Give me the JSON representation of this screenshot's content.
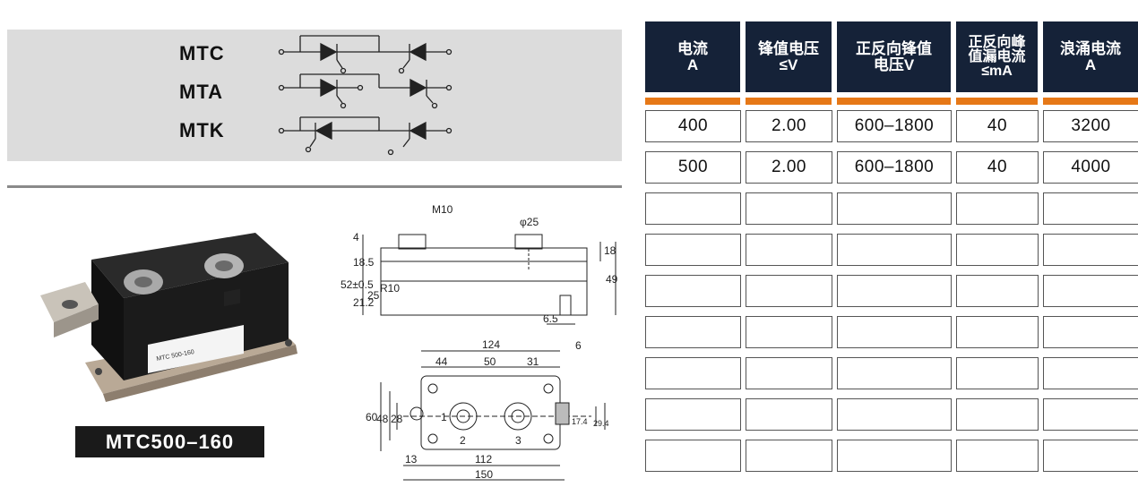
{
  "types": [
    "MTC",
    "MTA",
    "MTK"
  ],
  "product": {
    "model": "MTC500–160",
    "label_text": "MTC 500-160"
  },
  "drawing": {
    "dims": [
      "M10",
      "φ25",
      "4",
      "18.5",
      "52±0.5",
      "21.2",
      "25",
      "R10",
      "18",
      "49",
      "6.5",
      "124",
      "6",
      "44",
      "50",
      "31",
      "60",
      "48",
      "28",
      "1",
      "2",
      "3",
      "17.4",
      "29.4",
      "13",
      "112",
      "150"
    ]
  },
  "table": {
    "headers": [
      [
        "电流",
        "A"
      ],
      [
        "锋值电压",
        "≤V"
      ],
      [
        "正反向锋值",
        "电压V"
      ],
      [
        "正反向峰",
        "值漏电流",
        "≤mA"
      ],
      [
        "浪涌电流",
        "A"
      ]
    ],
    "rows": [
      [
        "400",
        "2.00",
        "600–1800",
        "40",
        "3200"
      ],
      [
        "500",
        "2.00",
        "600–1800",
        "40",
        "4000"
      ],
      [
        "",
        "",
        "",
        "",
        ""
      ],
      [
        "",
        "",
        "",
        "",
        ""
      ],
      [
        "",
        "",
        "",
        "",
        ""
      ],
      [
        "",
        "",
        "",
        "",
        ""
      ],
      [
        "",
        "",
        "",
        "",
        ""
      ],
      [
        "",
        "",
        "",
        "",
        ""
      ],
      [
        "",
        "",
        "",
        "",
        ""
      ]
    ]
  },
  "colors": {
    "header_bg": "#152238",
    "accent_bar": "#e67817",
    "panel_gray": "#dcdcdc"
  }
}
